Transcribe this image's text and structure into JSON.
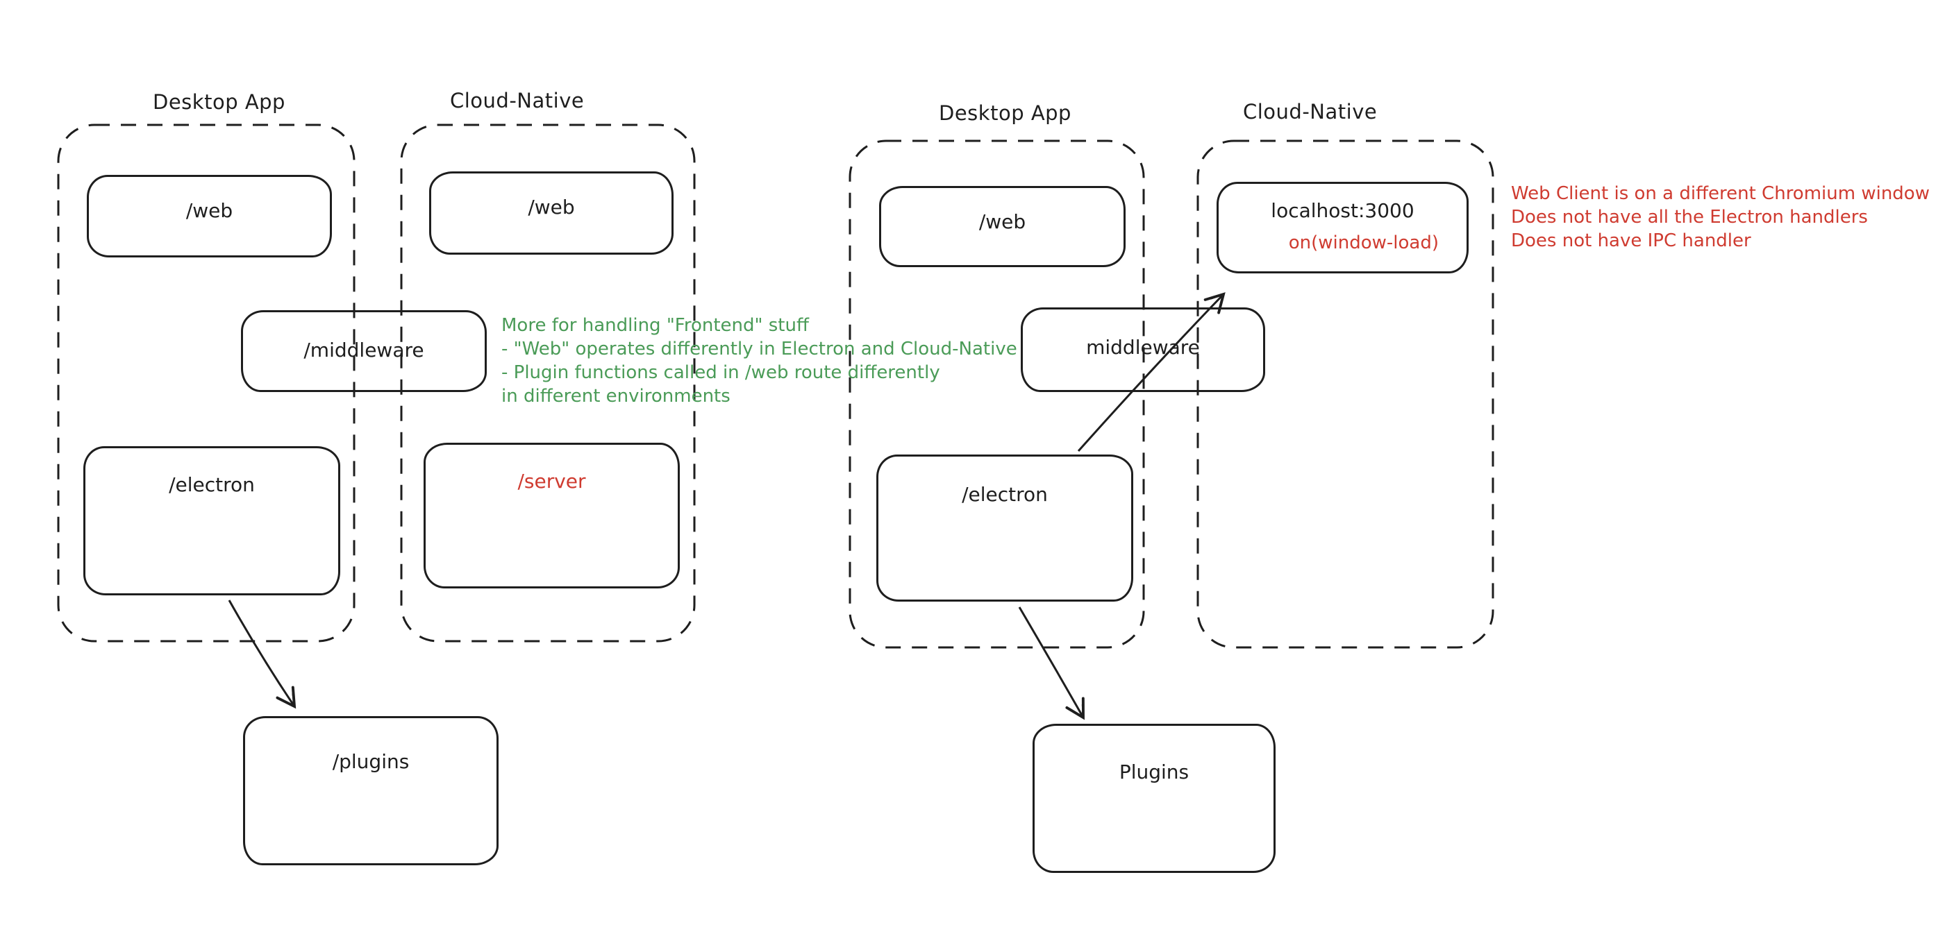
{
  "colors": {
    "ink": "#1e1e1e",
    "green": "#4a9b57",
    "red": "#cf3b30",
    "background": "#ffffff"
  },
  "left_diagram": {
    "desktop_group_label": "Desktop App",
    "cloud_group_label": "Cloud-Native",
    "nodes": {
      "web_desktop": "/web",
      "web_cloud": "/web",
      "middleware": "/middleware",
      "electron": "/electron",
      "server": "/server",
      "plugins": "/plugins"
    },
    "green_note": {
      "lines": [
        "More for handling \"Frontend\" stuff",
        "- \"Web\" operates differently in Electron and Cloud-Native",
        "- Plugin functions called in /web route differently",
        "in different environments"
      ]
    }
  },
  "right_diagram": {
    "desktop_group_label": "Desktop App",
    "cloud_group_label": "Cloud-Native",
    "nodes": {
      "web": "/web",
      "localhost": "localhost:3000",
      "localhost_sub": "on(window-load)",
      "middleware": "middleware",
      "electron": "/electron",
      "plugins": "Plugins"
    },
    "red_note": {
      "lines": [
        "Web Client is on a different Chromium window",
        "Does not have all the Electron handlers",
        "Does not have IPC handler"
      ]
    }
  }
}
